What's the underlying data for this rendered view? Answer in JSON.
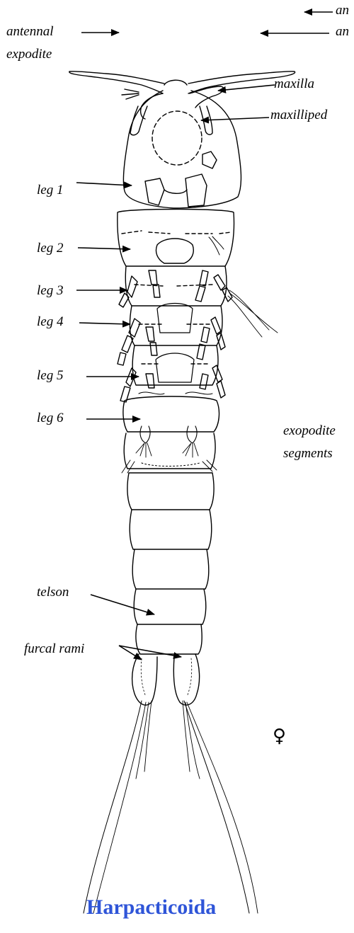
{
  "title": "Harpacticoida",
  "sex_symbol": "♀",
  "labels": {
    "antennule_top": "an",
    "antenna_top": "an",
    "antennal": "antennal",
    "expodite": "expodite",
    "maxilla": "maxilla",
    "maxilliped": "maxilliped",
    "leg1": "leg 1",
    "leg2": "leg 2",
    "leg3": "leg 3",
    "leg4": "leg 4",
    "leg5": "leg 5",
    "leg6": "leg 6",
    "exopodite": "exopodite",
    "segments": "segments",
    "telson": "telson",
    "furcal_rami": "furcal rami"
  }
}
